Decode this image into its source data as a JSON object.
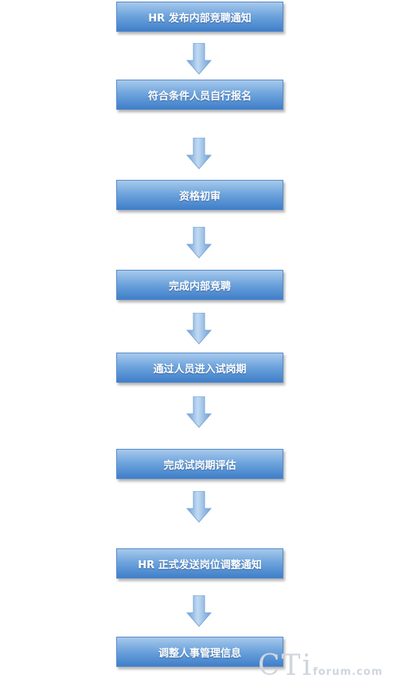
{
  "steps": [
    "HR 发布内部竞聘通知",
    "符合条件人员自行报名",
    "资格初审",
    "完成内部竞聘",
    "通过人员进入试岗期",
    "完成试岗期评估",
    "HR 正式发送岗位调整通知",
    "调整人事管理信息"
  ],
  "watermark": {
    "big": "CTi",
    "small": "forum.com"
  },
  "colors": {
    "box_top": "#a7c9ec",
    "box_bottom": "#3f7ec9",
    "arrow_light": "#c2daf2",
    "arrow_dark": "#6a9fd8"
  }
}
